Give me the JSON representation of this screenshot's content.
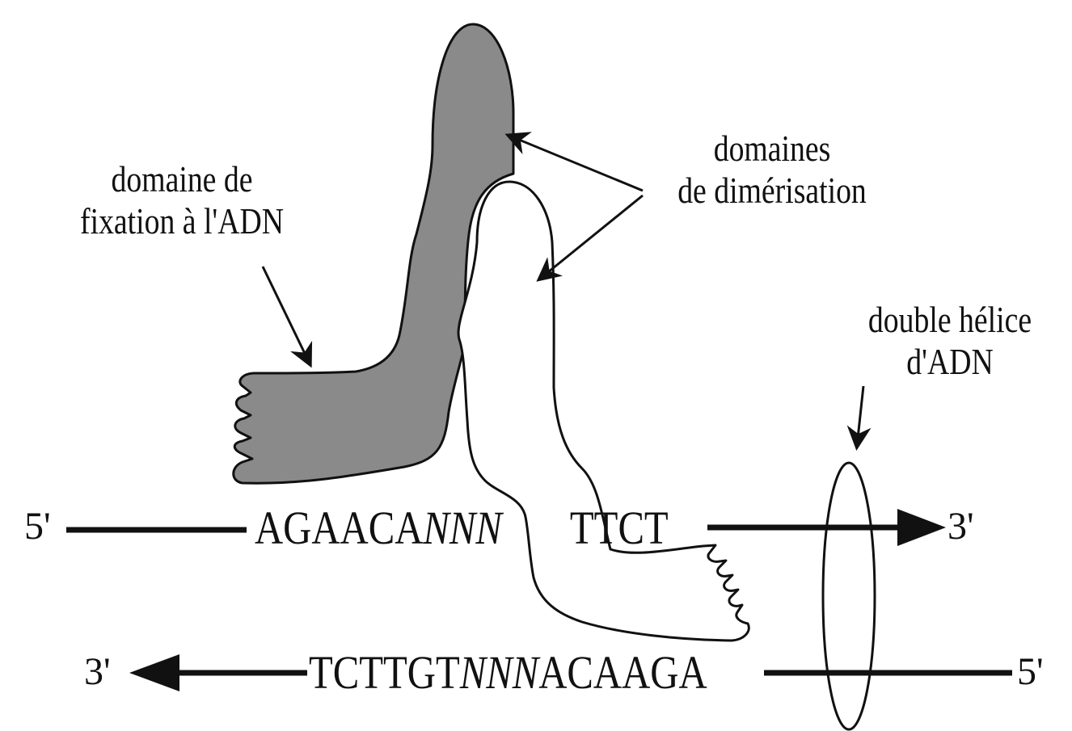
{
  "labels": {
    "dna_binding_line1": "domaine de",
    "dna_binding_line2": "fixation à l'ADN",
    "dimerization_line1": "domaines",
    "dimerization_line2": "de dimérisation",
    "helix_line1": "double hélice",
    "helix_line2": "d'ADN"
  },
  "top_strand": {
    "five_prime": "5'",
    "seq_start": "AGAACA",
    "seq_n": "NNN",
    "seq_end": "TTCT",
    "three_prime": "3'"
  },
  "bottom_strand": {
    "three_prime": "3'",
    "seq_start": "TCTTGT",
    "seq_n": "NNN",
    "seq_end": "ACAAGA",
    "five_prime": "5'"
  },
  "colors": {
    "ink": "#111111",
    "grey_monomer": "#8a8a8a",
    "white_monomer": "#ffffff"
  }
}
